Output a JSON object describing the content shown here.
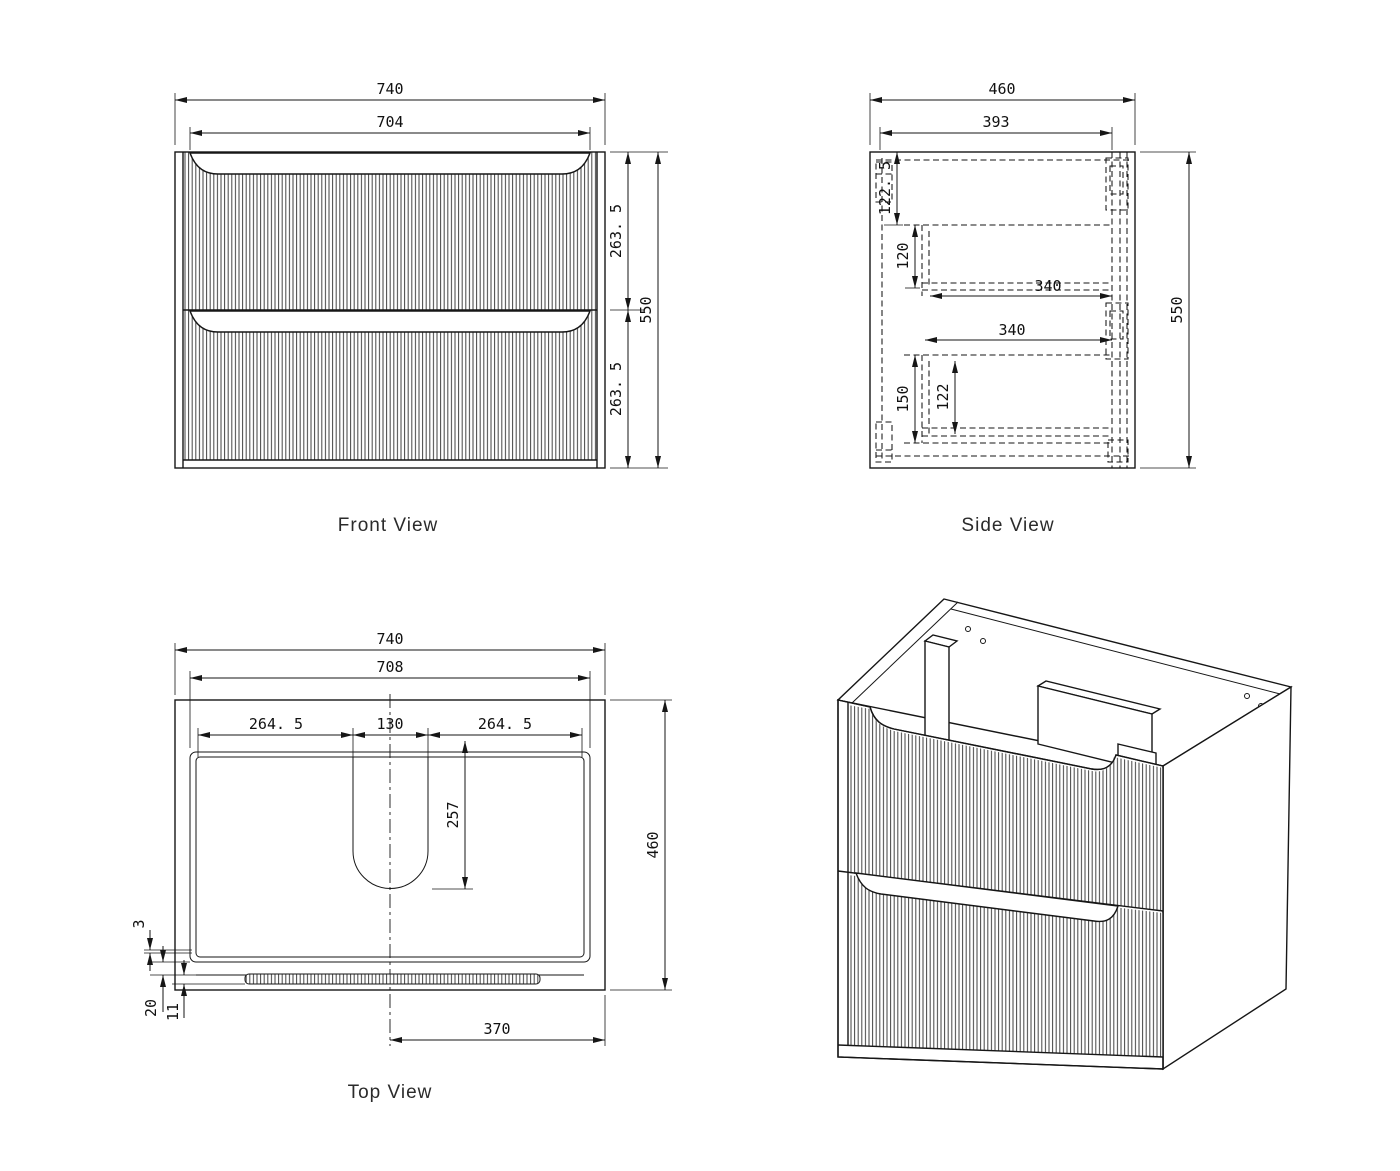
{
  "document": {
    "type": "vanity-cabinet-technical-drawing",
    "background": "#ffffff",
    "line_color": "#161616"
  },
  "views": {
    "front": {
      "label": "Front View",
      "dims": {
        "overall_width": "740",
        "inner_width": "704",
        "upper_drawer_height": "263. 5",
        "lower_drawer_height": "263. 5",
        "total_height": "550"
      }
    },
    "side": {
      "label": "Side View",
      "dims": {
        "overall_depth": "460",
        "inner_depth": "393",
        "top_clearance": "122. 5",
        "upper_drawer_inner_height": "120",
        "upper_drawer_depth": "340",
        "lower_drawer_depth": "340",
        "lower_drawer_inner_height": "150",
        "lower_drawer_box_height": "122",
        "total_height": "550"
      }
    },
    "top": {
      "label": "Top View",
      "dims": {
        "overall_width": "740",
        "inner_width": "708",
        "left_to_basin": "264. 5",
        "basin_width": "130",
        "basin_to_right": "264. 5",
        "basin_depth": "257",
        "overall_depth": "460",
        "front_gap": "3",
        "front_edge_thickness": "20",
        "front_inset": "11",
        "center_to_side": "370"
      }
    },
    "iso": {
      "label": ""
    }
  }
}
